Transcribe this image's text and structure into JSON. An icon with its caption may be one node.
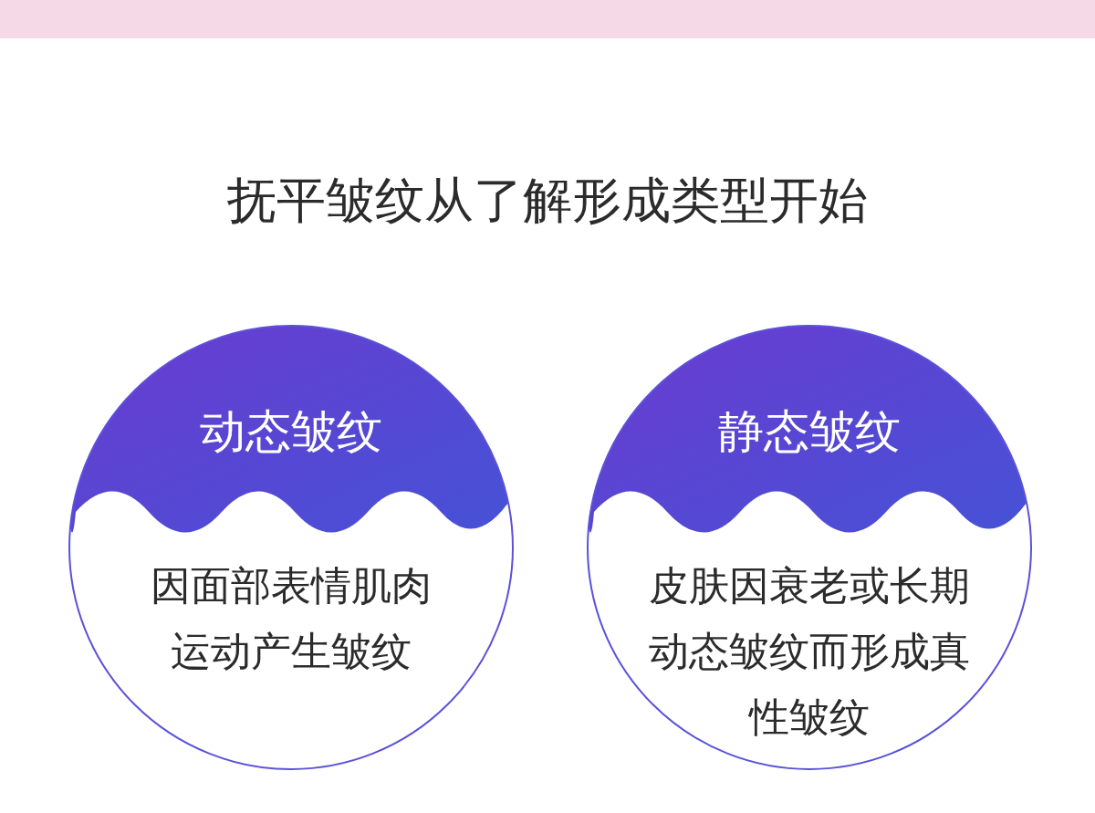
{
  "diagram": {
    "title": "抚平皱纹从了解形成类型开始",
    "nodes": [
      {
        "text": [
          "动态皱纹",
          "因面部表情肌肉运动产生皱纹"
        ]
      },
      {
        "text": [
          "静态皱纹",
          "皮肤因衰老或长期动态皱纹而形成真性皱纹"
        ]
      }
    ]
  }
}
